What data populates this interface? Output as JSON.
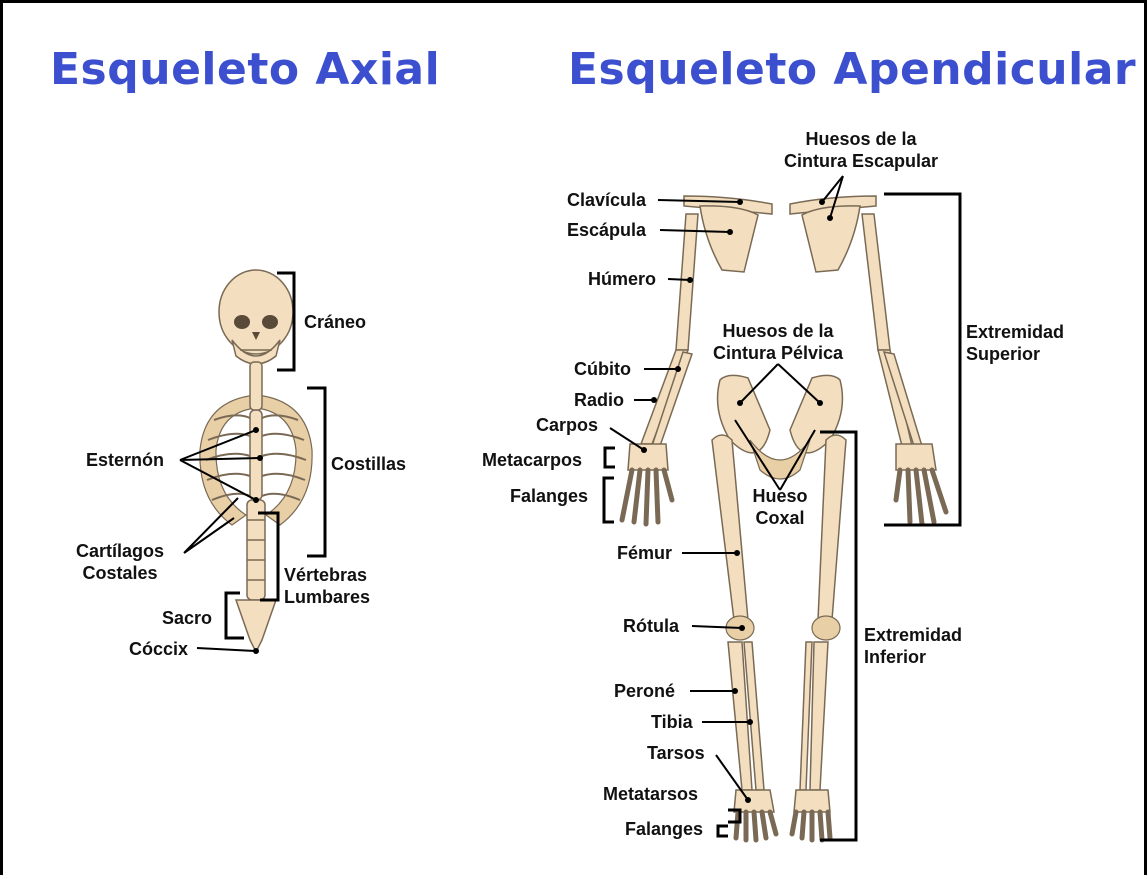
{
  "titles": {
    "axial": "Esqueleto Axial",
    "apendicular": "Esqueleto Apendicular"
  },
  "axial_labels": {
    "craneo": "Cráneo",
    "costillas": "Costillas",
    "esternon": "Esternón",
    "cartilagos": "Cartílagos\nCostales",
    "vertebras": "Vértebras\nLumbares",
    "sacro": "Sacro",
    "coccix": "Cóccix"
  },
  "apendicular_labels": {
    "cintura_escapular": "Huesos de la\nCintura Escapular",
    "clavicula": "Clavícula",
    "escapula": "Escápula",
    "humero": "Húmero",
    "cintura_pelvica": "Huesos de la\nCintura Pélvica",
    "extremidad_superior": "Extremidad\nSuperior",
    "cubito": "Cúbito",
    "radio": "Radio",
    "carpos": "Carpos",
    "metacarpos": "Metacarpos",
    "falanges_mano": "Falanges",
    "hueso_coxal": "Hueso\nCoxal",
    "femur": "Fémur",
    "rotula": "Rótula",
    "extremidad_inferior": "Extremidad\nInferior",
    "perone": "Peroné",
    "tibia": "Tibia",
    "tarsos": "Tarsos",
    "metatarsos": "Metatarsos",
    "falanges_pie": "Falanges"
  },
  "colors": {
    "title": "#3b4fcf",
    "bone": "#f3dfbf",
    "bone_outline": "#7a6a55",
    "frame": "#000000"
  }
}
